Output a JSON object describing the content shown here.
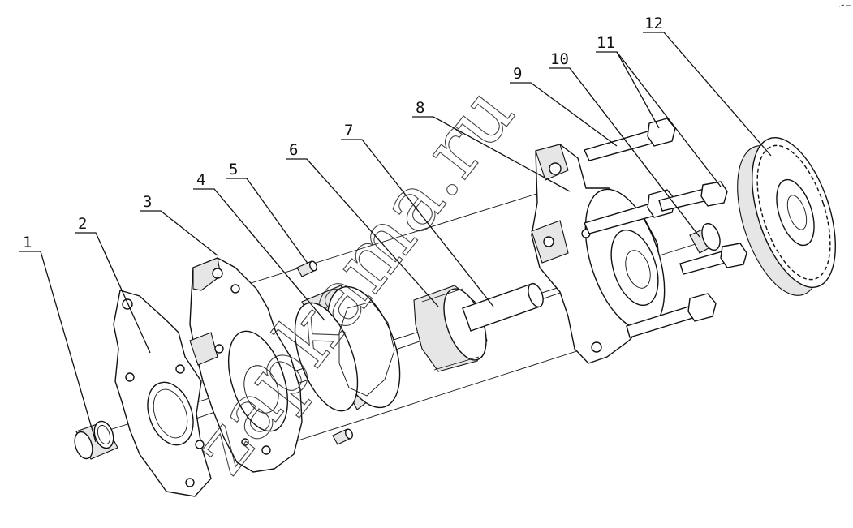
{
  "diagram": {
    "callouts": [
      "1",
      "2",
      "3",
      "4",
      "5",
      "6",
      "7",
      "8",
      "9",
      "10",
      "11",
      "12"
    ],
    "watermark": "zapkama.ru"
  }
}
